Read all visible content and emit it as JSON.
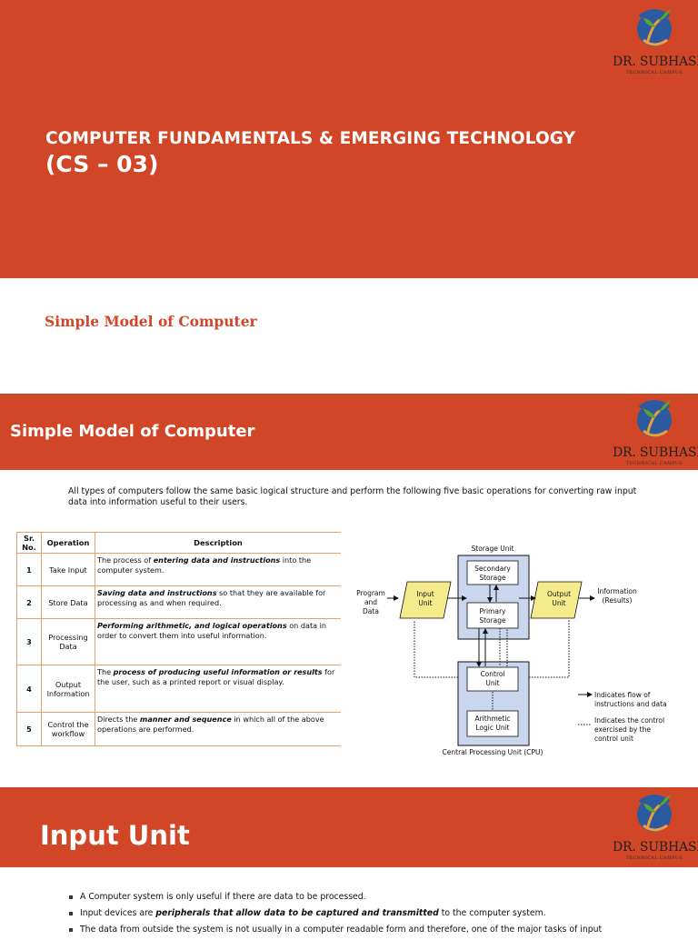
{
  "slide1": {
    "title": "COMPUTER FUNDAMENTALS & EMERGING TECHNOLOGY",
    "code": "(CS – 03)"
  },
  "logo": {
    "name": "DR. SUBHASH",
    "sub": "TECHNICAL CAMPUS"
  },
  "section_heading": "Simple Model of Computer",
  "slide2": {
    "title": "Simple Model of Computer",
    "intro": "All types of computers follow the same basic logical structure and perform the following five basic operations for converting raw input data into information useful to their users.",
    "table": {
      "headers": [
        "Sr. No.",
        "Operation",
        "Description"
      ],
      "rows": [
        {
          "sr": "1",
          "op": "Take Input",
          "pre": "The process of ",
          "em": "entering data and instructions",
          "post": " into the computer system."
        },
        {
          "sr": "2",
          "op": "Store Data",
          "pre": "",
          "em": "Saving data and instructions",
          "post": " so that they are available for processing as and when required."
        },
        {
          "sr": "3",
          "op": "Processing Data",
          "pre": "",
          "em": "Performing arithmetic, and logical operations",
          "post": " on data in order to convert them into useful information."
        },
        {
          "sr": "4",
          "op": "Output Information",
          "pre": "The ",
          "em": "process of producing useful information or results",
          "post": " for the user, such as a printed report or visual display."
        },
        {
          "sr": "5",
          "op": "Control the workflow",
          "pre": "Directs the ",
          "em": "manner and sequence",
          "post": " in which all of the above operations are performed."
        }
      ]
    },
    "diagram": {
      "storage_unit": "Storage Unit",
      "secondary_1": "Secondary",
      "secondary_2": "Storage",
      "primary_1": "Primary",
      "primary_2": "Storage",
      "program_1": "Program",
      "program_2": "and",
      "program_3": "Data",
      "input_1": "Input",
      "input_2": "Unit",
      "output_1": "Output",
      "output_2": "Unit",
      "info_1": "Information",
      "info_2": "(Results)",
      "control_1": "Control",
      "control_2": "Unit",
      "alu_1": "Arithmetic",
      "alu_2": "Logic Unit",
      "cpu": "Central Processing Unit (CPU)",
      "legend_flow_1": "Indicates flow of",
      "legend_flow_2": "instructions and data",
      "legend_ctrl_1": "Indicates the control",
      "legend_ctrl_2": "exercised by the",
      "legend_ctrl_3": "control unit"
    }
  },
  "slide3": {
    "title": "Input Unit",
    "bullets": [
      {
        "pre": "A Computer system is only useful if there are data to be processed.",
        "em": "",
        "post": ""
      },
      {
        "pre": "Input devices are ",
        "em": "peripherals that allow data to be captured and transmitted",
        "post": " to the computer system."
      },
      {
        "pre": "The data from outside the system is not usually in a computer readable form and therefore, one of the major tasks of input",
        "em": "",
        "post": ""
      }
    ]
  },
  "colors": {
    "accent": "#d04626",
    "diagram_fill": "#c9d6ee",
    "unit_fill": "#f5ea8c"
  }
}
